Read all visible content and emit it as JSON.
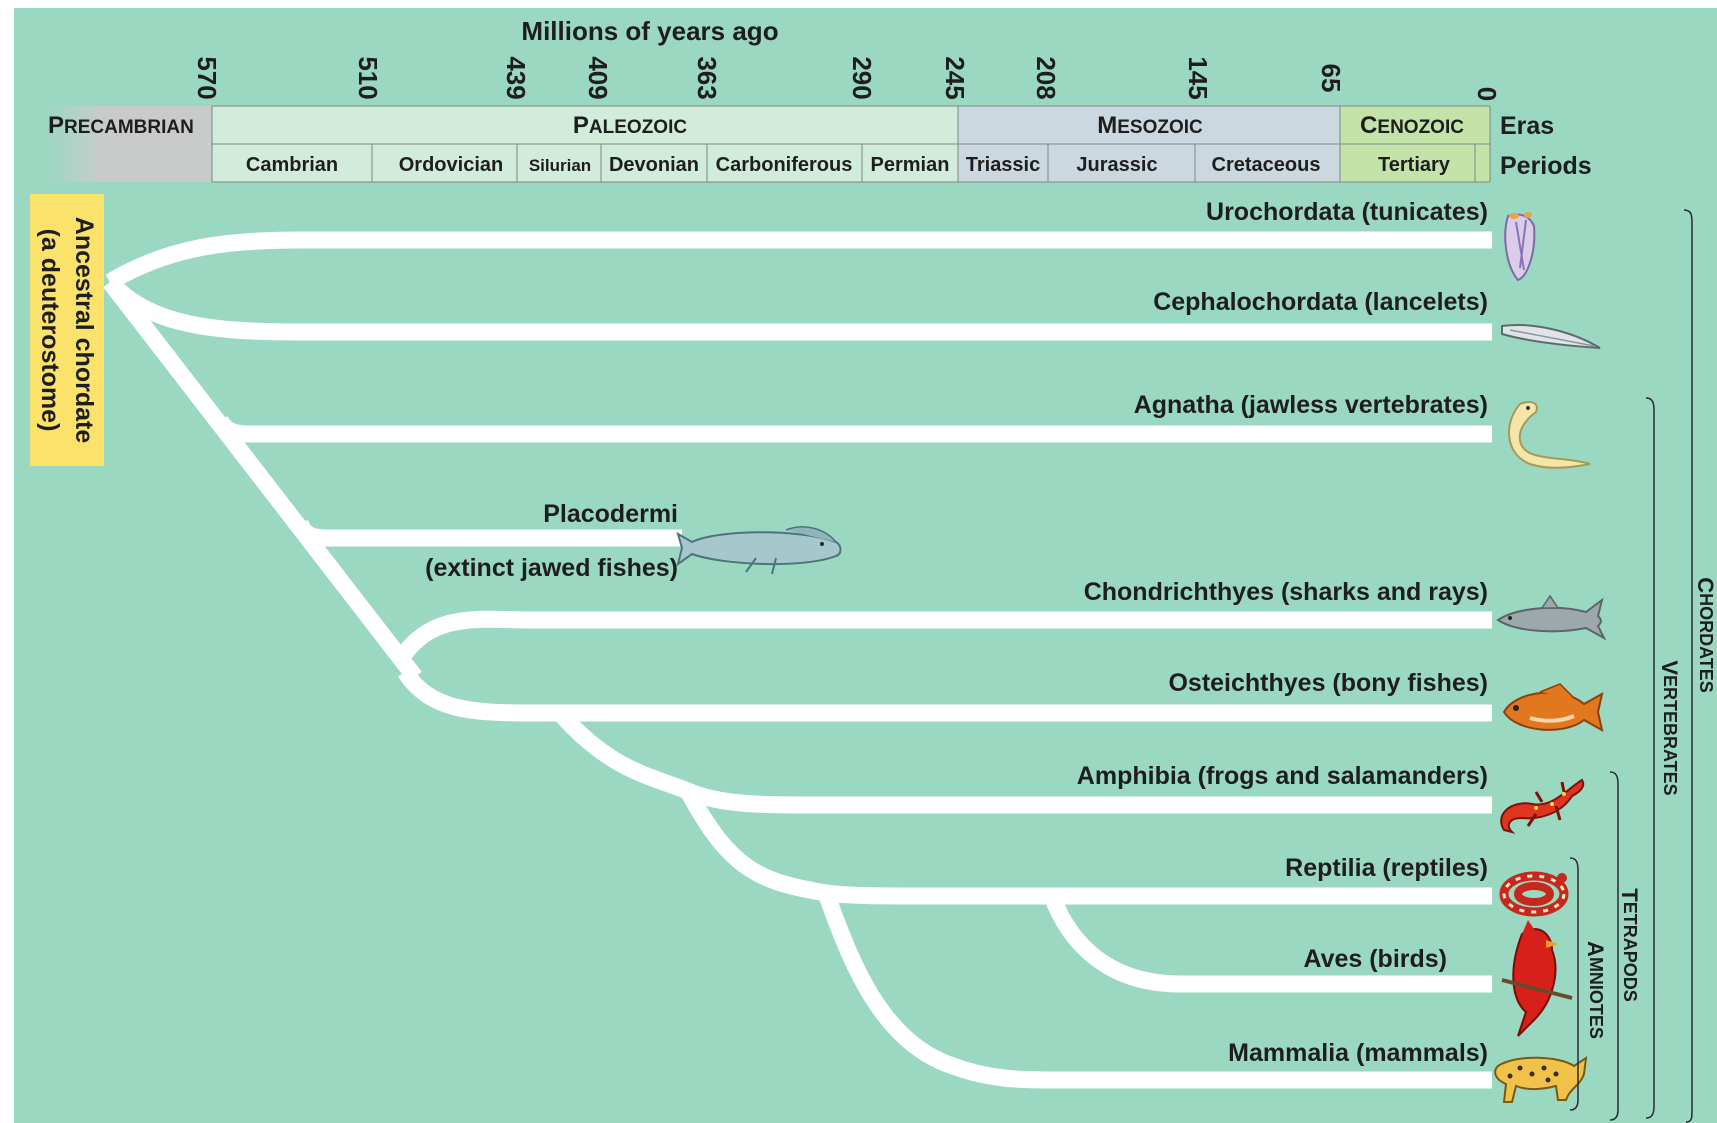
{
  "axis": {
    "title": "Millions of years ago",
    "ticks": [
      "570",
      "510",
      "439",
      "409",
      "363",
      "290",
      "245",
      "208",
      "145",
      "65",
      "0"
    ]
  },
  "eras": [
    {
      "big": "P",
      "small": "RECAMBRIAN",
      "color": "#c9cbcb"
    },
    {
      "big": "P",
      "small": "ALEOZOIC",
      "color": "#d2ecdc"
    },
    {
      "big": "M",
      "small": "ESOZOIC",
      "color": "#cbd8df"
    },
    {
      "big": "C",
      "small": "ENOZOIC",
      "color": "#c4e3a9"
    }
  ],
  "periods": [
    "Cambrian",
    "Ordovician",
    "Silurian",
    "Devonian",
    "Carboniferous",
    "Permian",
    "Triassic",
    "Jurassic",
    "Cretaceous",
    "Tertiary"
  ],
  "row_labels": {
    "eras": "Eras",
    "periods": "Periods"
  },
  "ancestor": {
    "line1": "Ancestral chordate",
    "line2": "(a deuterostome)"
  },
  "taxa": [
    {
      "label": "Urochordata (tunicates)",
      "icon": "tunicate-icon"
    },
    {
      "label": "Cephalochordata (lancelets)",
      "icon": "lancelet-icon"
    },
    {
      "label": "Agnatha (jawless vertebrates)",
      "icon": "lamprey-icon"
    },
    {
      "label": "Chondrichthyes (sharks and rays)",
      "icon": "shark-icon"
    },
    {
      "label": "Osteichthyes (bony fishes)",
      "icon": "bony-fish-icon"
    },
    {
      "label": "Amphibia (frogs and salamanders)",
      "icon": "salamander-icon"
    },
    {
      "label": "Reptilia (reptiles)",
      "icon": "snake-icon"
    },
    {
      "label": "Aves (birds)",
      "icon": "cardinal-bird-icon"
    },
    {
      "label": "Mammalia (mammals)",
      "icon": "leopard-icon"
    }
  ],
  "extinct": {
    "name": "Placodermi",
    "note": "(extinct jawed fishes)",
    "icon": "placoderm-fish-icon"
  },
  "groups": [
    {
      "big": "C",
      "small": "HORDATES"
    },
    {
      "big": "V",
      "small": "ERTEBRATES"
    },
    {
      "big": "T",
      "small": "ETRAPODS"
    },
    {
      "big": "A",
      "small": "MNIOTES"
    }
  ],
  "colors": {
    "background": "#9ad8c2",
    "branch": "#ffffff",
    "ancestor_box": "#fbe26a"
  }
}
